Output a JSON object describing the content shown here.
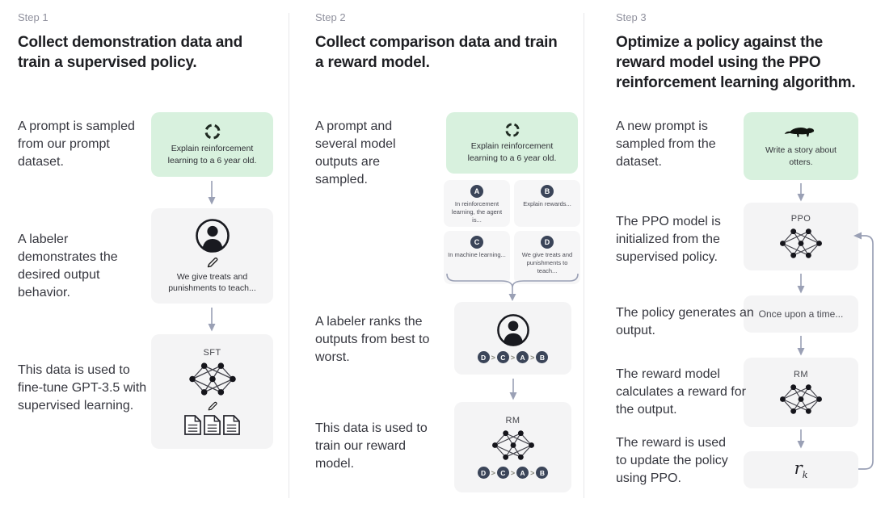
{
  "colors": {
    "green_box": "#d8f1de",
    "gray_box": "#f4f4f5",
    "badge_navy": "#3b4559",
    "arrow_gray": "#9aa0b5"
  },
  "step1": {
    "label": "Step 1",
    "heading": "Collect demonstration data and train a supervised policy.",
    "row1_text": "A prompt is sampled from our prompt dataset.",
    "prompt_caption": "Explain reinforcement learning to a 6 year old.",
    "row2_text": "A labeler demonstrates the desired output behavior.",
    "demo_caption": "We give treats and punishments to teach...",
    "row3_text": "This data is used to fine-tune GPT-3.5 with supervised learning.",
    "model_label": "SFT"
  },
  "step2": {
    "label": "Step 2",
    "heading": "Collect comparison data and train a reward model.",
    "row1_text": "A prompt and several model outputs are sampled.",
    "prompt_caption": "Explain reinforcement learning to a 6 year old.",
    "outputs": [
      {
        "id": "A",
        "text": "In reinforcement learning, the agent is..."
      },
      {
        "id": "B",
        "text": "Explain rewards..."
      },
      {
        "id": "C",
        "text": "In machine learning..."
      },
      {
        "id": "D",
        "text": "We give treats and punishments to teach..."
      }
    ],
    "row2_text": "A labeler ranks the outputs from best to worst.",
    "ranking": [
      "D",
      "C",
      "A",
      "B"
    ],
    "separator": ">",
    "row3_text": "This data is used to train our reward model.",
    "model_label": "RM"
  },
  "step3": {
    "label": "Step 3",
    "heading": "Optimize a policy against the reward model using the PPO reinforcement learning algorithm.",
    "row1_text": "A new prompt is sampled from the dataset.",
    "prompt_caption": "Write a story about otters.",
    "row2_text": "The PPO model is initialized from the supervised policy.",
    "ppo_label": "PPO",
    "row3_text": "The policy generates an output.",
    "output_text": "Once upon a time...",
    "row4_text": "The reward model calculates a reward for the output.",
    "rm_label": "RM",
    "row5_text": "The reward is used to update the policy using PPO.",
    "reward_base": "r",
    "reward_sub": "k"
  }
}
